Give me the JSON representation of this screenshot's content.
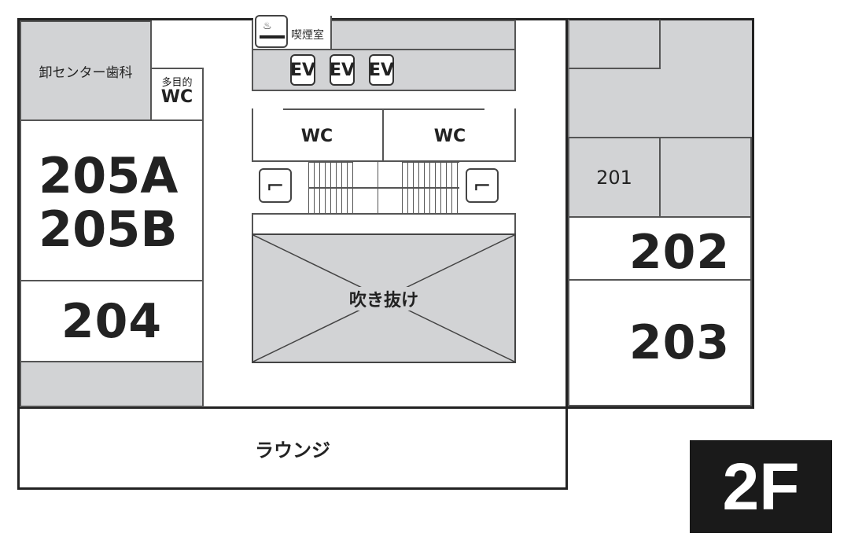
{
  "floor_label": "2F",
  "rooms": {
    "dental": "卸センター歯科",
    "multipurpose_wc_top": "多目的",
    "multipurpose_wc_bottom": "WC",
    "room_205a": "205A",
    "room_205b": "205B",
    "room_204": "204",
    "room_201": "201",
    "room_202": "202",
    "room_203": "203",
    "smoking_room": "喫煙室",
    "elevators": [
      "EV",
      "EV",
      "EV"
    ],
    "wc_left": "WC",
    "wc_right": "WC",
    "atrium": "吹き抜け",
    "lounge": "ラウンジ"
  },
  "icons": [
    "smoking-icon",
    "stairs-icon"
  ],
  "colors": {
    "gray_room": "#d2d3d5",
    "wall": "#222222",
    "badge": "#1a1a1a"
  }
}
